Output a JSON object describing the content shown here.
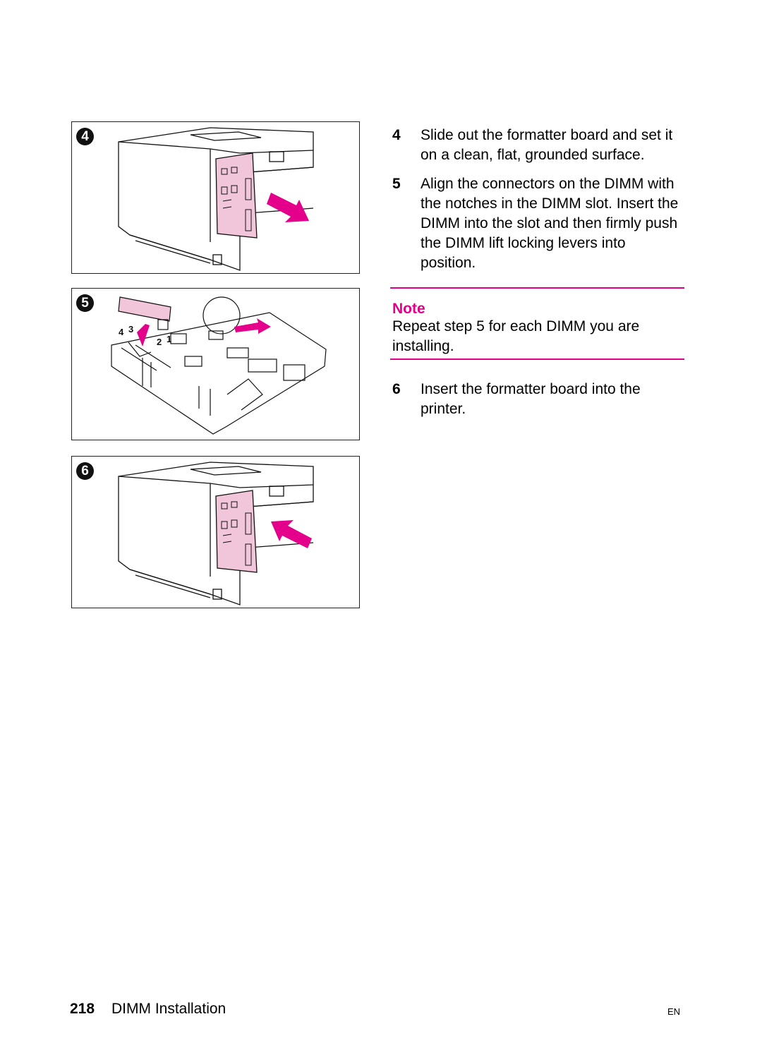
{
  "figures": [
    {
      "badge": "4"
    },
    {
      "badge": "5",
      "callouts": [
        "4",
        "3",
        "2",
        "1"
      ]
    },
    {
      "badge": "6"
    }
  ],
  "steps": [
    {
      "number": "4",
      "text": "Slide out the formatter board and set it on a clean, flat, grounded surface."
    },
    {
      "number": "5",
      "text": "Align the connectors on the DIMM with the notches in the DIMM slot. Insert the DIMM into the slot and then firmly push the DIMM lift locking levers into position."
    },
    {
      "number": "6",
      "text": "Insert the formatter board into the printer."
    }
  ],
  "note": {
    "heading": "Note",
    "text": "Repeat step 5 for each DIMM you are installing."
  },
  "footer": {
    "page_number": "218",
    "title": "DIMM Installation",
    "language": "EN"
  },
  "colors": {
    "accent": "#e4008a",
    "highlight_fill": "#f2c6da"
  }
}
